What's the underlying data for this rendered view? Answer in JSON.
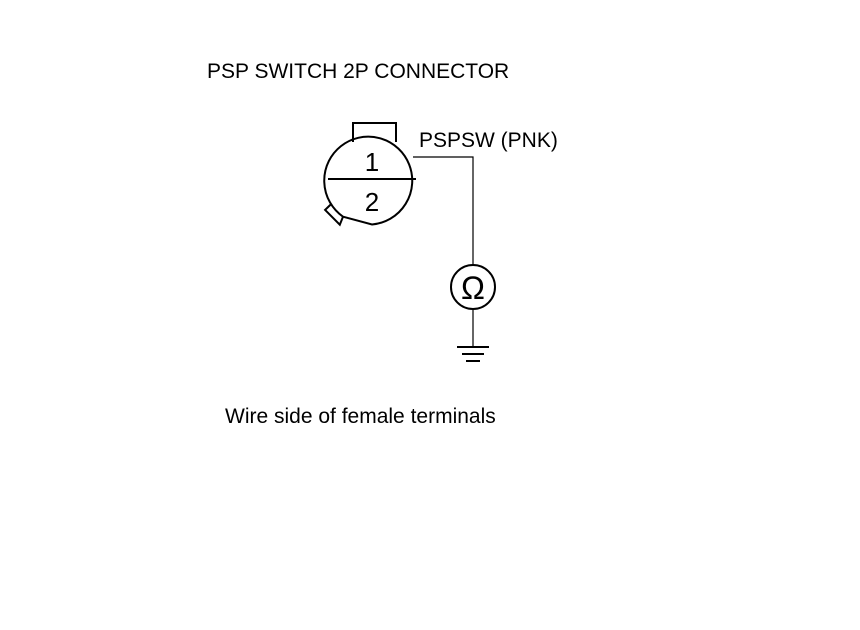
{
  "title": "PSP SWITCH 2P CONNECTOR",
  "connector": {
    "terminal_top": "1",
    "terminal_bottom": "2"
  },
  "wire": {
    "label": "PSPSW (PNK)",
    "color": "pink"
  },
  "meter": {
    "symbol": "Ω",
    "icon": "ohmmeter-icon"
  },
  "ground": {
    "icon": "ground-icon"
  },
  "caption": "Wire side of female terminals",
  "colors": {
    "line": "#000000",
    "background": "#ffffff"
  }
}
